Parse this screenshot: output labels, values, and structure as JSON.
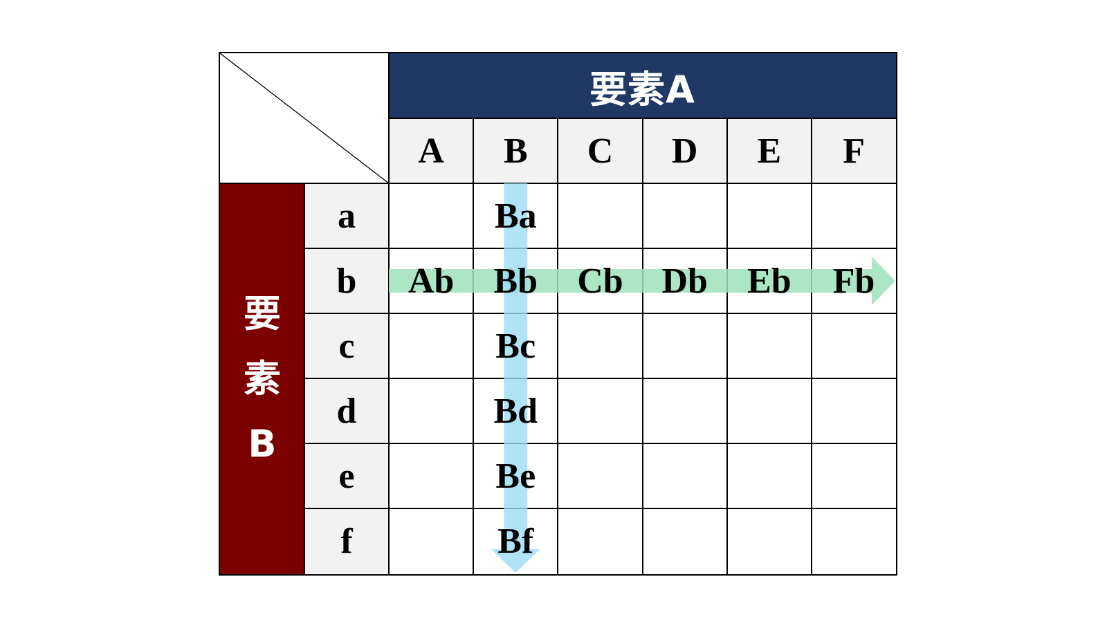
{
  "element_a": {
    "title": "要素A",
    "color": "#1f3864",
    "columns": [
      "A",
      "B",
      "C",
      "D",
      "E",
      "F"
    ]
  },
  "element_b": {
    "title_chars": [
      "要",
      "素",
      "B"
    ],
    "color": "#7b0000",
    "rows": [
      "a",
      "b",
      "c",
      "d",
      "e",
      "f"
    ]
  },
  "header_cell_color": "#f2f2f2",
  "column_b_cells": [
    "Ba",
    "Bb",
    "Bc",
    "Bd",
    "Be",
    "Bf"
  ],
  "row_b_cells": [
    "Ab",
    "Bb",
    "Cb",
    "Db",
    "Eb",
    "Fb"
  ],
  "highlights": {
    "column_arrow": {
      "column": "B",
      "direction": "down",
      "color": "#9ddcf5"
    },
    "row_arrow": {
      "row": "b",
      "direction": "right",
      "color": "#9fe0bd"
    }
  }
}
